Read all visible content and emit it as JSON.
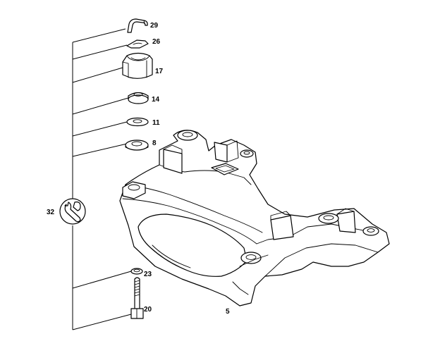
{
  "colors": {
    "line": "#000000",
    "background": "#ffffff"
  },
  "callouts": [
    {
      "id": "29",
      "text": "29"
    },
    {
      "id": "26",
      "text": "26"
    },
    {
      "id": "17",
      "text": "17"
    },
    {
      "id": "14",
      "text": "14"
    },
    {
      "id": "11",
      "text": "11"
    },
    {
      "id": "8",
      "text": "8"
    },
    {
      "id": "32",
      "text": "32"
    },
    {
      "id": "23",
      "text": "23"
    },
    {
      "id": "20",
      "text": "20"
    },
    {
      "id": "5",
      "text": "5"
    }
  ],
  "icons": {
    "tool": "wrench-icon"
  }
}
